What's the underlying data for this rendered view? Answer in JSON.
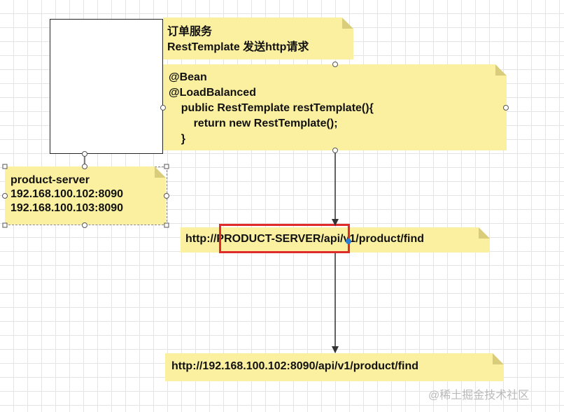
{
  "order_note": {
    "title": "订单服务",
    "subtitle": "RestTemplate 发送http请求"
  },
  "bean_note": {
    "lines": [
      "@Bean",
      "@LoadBalanced",
      "    public RestTemplate restTemplate(){",
      "        return new RestTemplate();",
      "    }"
    ]
  },
  "product_note": {
    "name": "product-server",
    "instances": [
      "192.168.100.102:8090",
      "192.168.100.103:8090"
    ]
  },
  "service_url": "http://PRODUCT-SERVER/api/v1/product/find",
  "resolved_url": "http://192.168.100.102:8090/api/v1/product/find",
  "watermark": "@稀土掘金技术社区",
  "colors": {
    "note_fill": "#fbf0a0",
    "highlight_border": "#e02b2b",
    "arrow": "#333333"
  }
}
